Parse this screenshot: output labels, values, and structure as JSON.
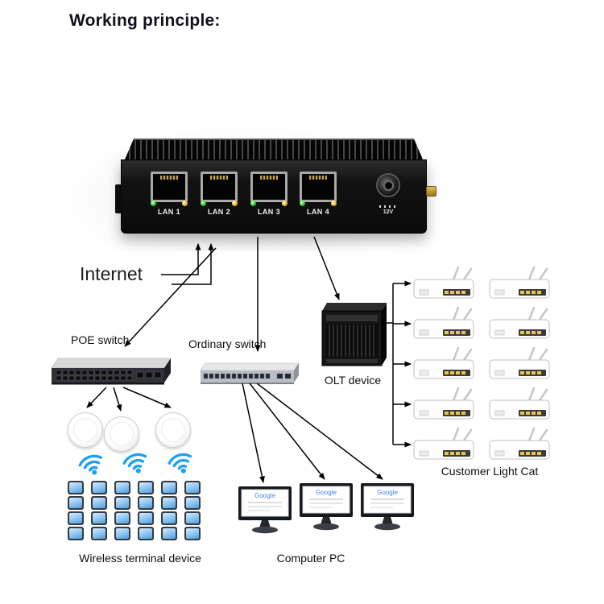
{
  "title": "Working principle:",
  "router": {
    "ports": [
      "LAN 1",
      "LAN 2",
      "LAN 3",
      "LAN 4"
    ],
    "power_label": "12V"
  },
  "labels": {
    "internet": "Internet",
    "poe_switch": "POE switch",
    "ordinary_switch": "Ordinary switch",
    "olt_device": "OLT device",
    "customer_light_cat": "Customer Light Cat",
    "wireless_terminal": "Wireless terminal device",
    "computer_pc": "Computer PC"
  },
  "monitors": {
    "screen_text": "Google"
  },
  "counts": {
    "customer_routers": 10,
    "phones": 24
  },
  "colors": {
    "wifi_blue": "#1da1f2",
    "led_green": "#1fc41f",
    "led_amber": "#e6b324",
    "connector_line": "#000000",
    "phone_screen_blue": "#4d9fe0",
    "router_body": "#0d0d0d",
    "cpe_port_yellow": "#e7c64d"
  }
}
